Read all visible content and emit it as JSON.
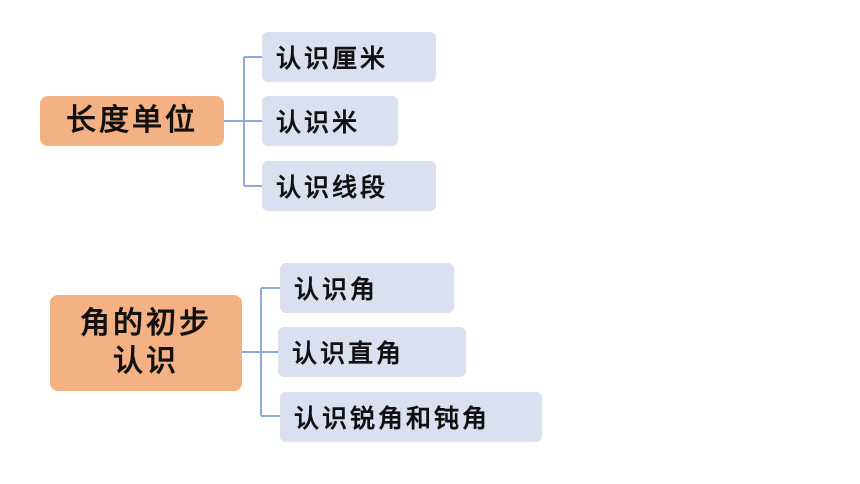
{
  "groups": [
    {
      "root": "长度单位",
      "children": [
        "认识厘米",
        "认识米",
        "认识线段"
      ]
    },
    {
      "root_lines": [
        "角的初步",
        "认识"
      ],
      "children": [
        "认识角",
        "认识直角",
        "认识锐角和钝角"
      ]
    }
  ],
  "colors": {
    "root_fill": "#f4b183",
    "leaf_fill": "#dae0ef",
    "connector": "#8ea9db"
  }
}
